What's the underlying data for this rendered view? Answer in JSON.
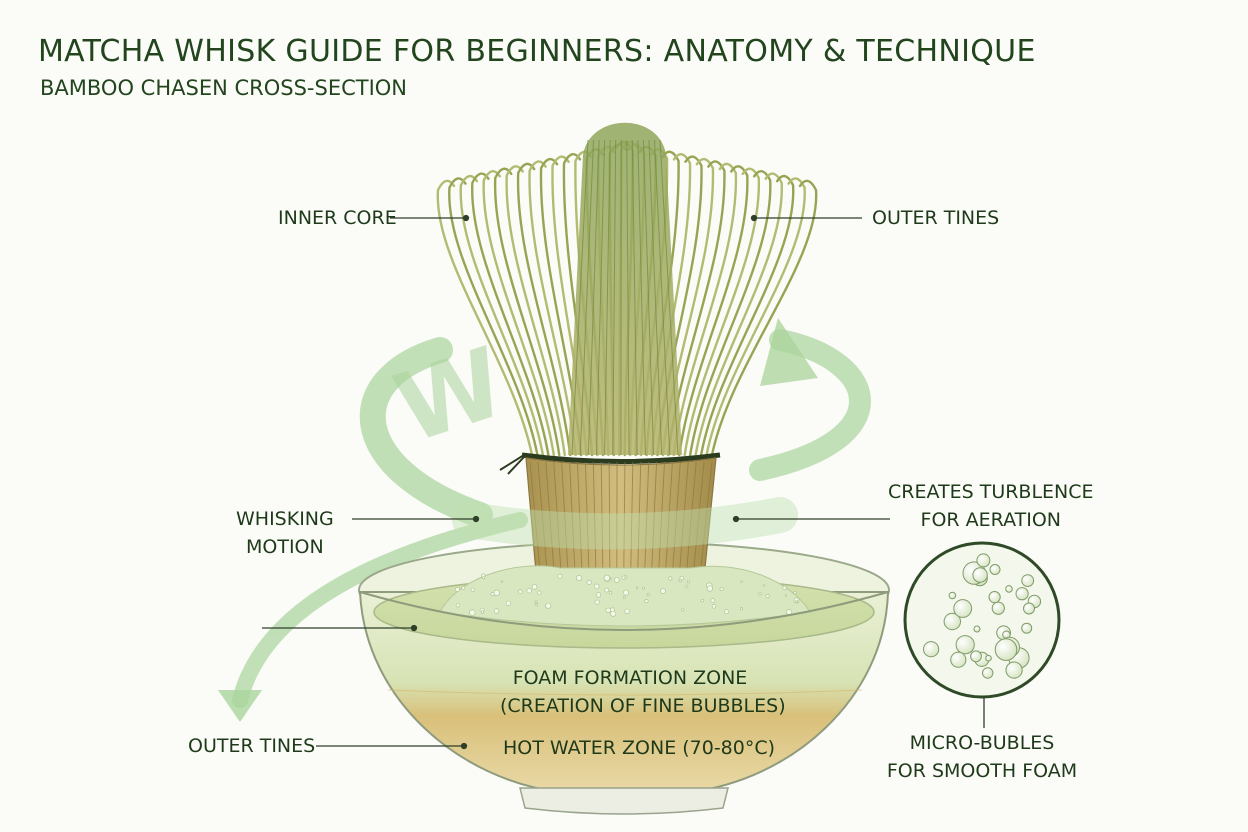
{
  "header": {
    "title": "MATCHA WHISK GUIDE FOR BEGINNERS: ANATOMY & TECHNIQUE",
    "subtitle": "BAMBOO CHASEN CROSS-SECTION"
  },
  "callouts": {
    "inner_core": "INNER CORE",
    "outer_tines_top": "OUTER TINES",
    "whisking_motion": [
      "WHISKING",
      "MOTION"
    ],
    "turbulence": [
      "CREATES TURBLENCE",
      "FOR AERATION"
    ],
    "outer_tines_bottom": "OUTER TINES",
    "micro_bubbles": [
      "MICRO-BUBLES",
      "FOR SMOOTH FOAM"
    ]
  },
  "zones": {
    "foam": [
      "FOAM FORMATION ZONE",
      "(CREATION OF FINE BUBBLES)"
    ],
    "water": "HOT WATER ZONE (70-80°C)"
  },
  "motion_glyph": "W",
  "colors": {
    "title": "#23451e",
    "label": "#1f3a1a",
    "tine": "#8f9a4e",
    "bamboo": "#b9a463",
    "tea": "#cfdca6",
    "water": "#d7b56a",
    "arrow": "#9cc98a"
  }
}
